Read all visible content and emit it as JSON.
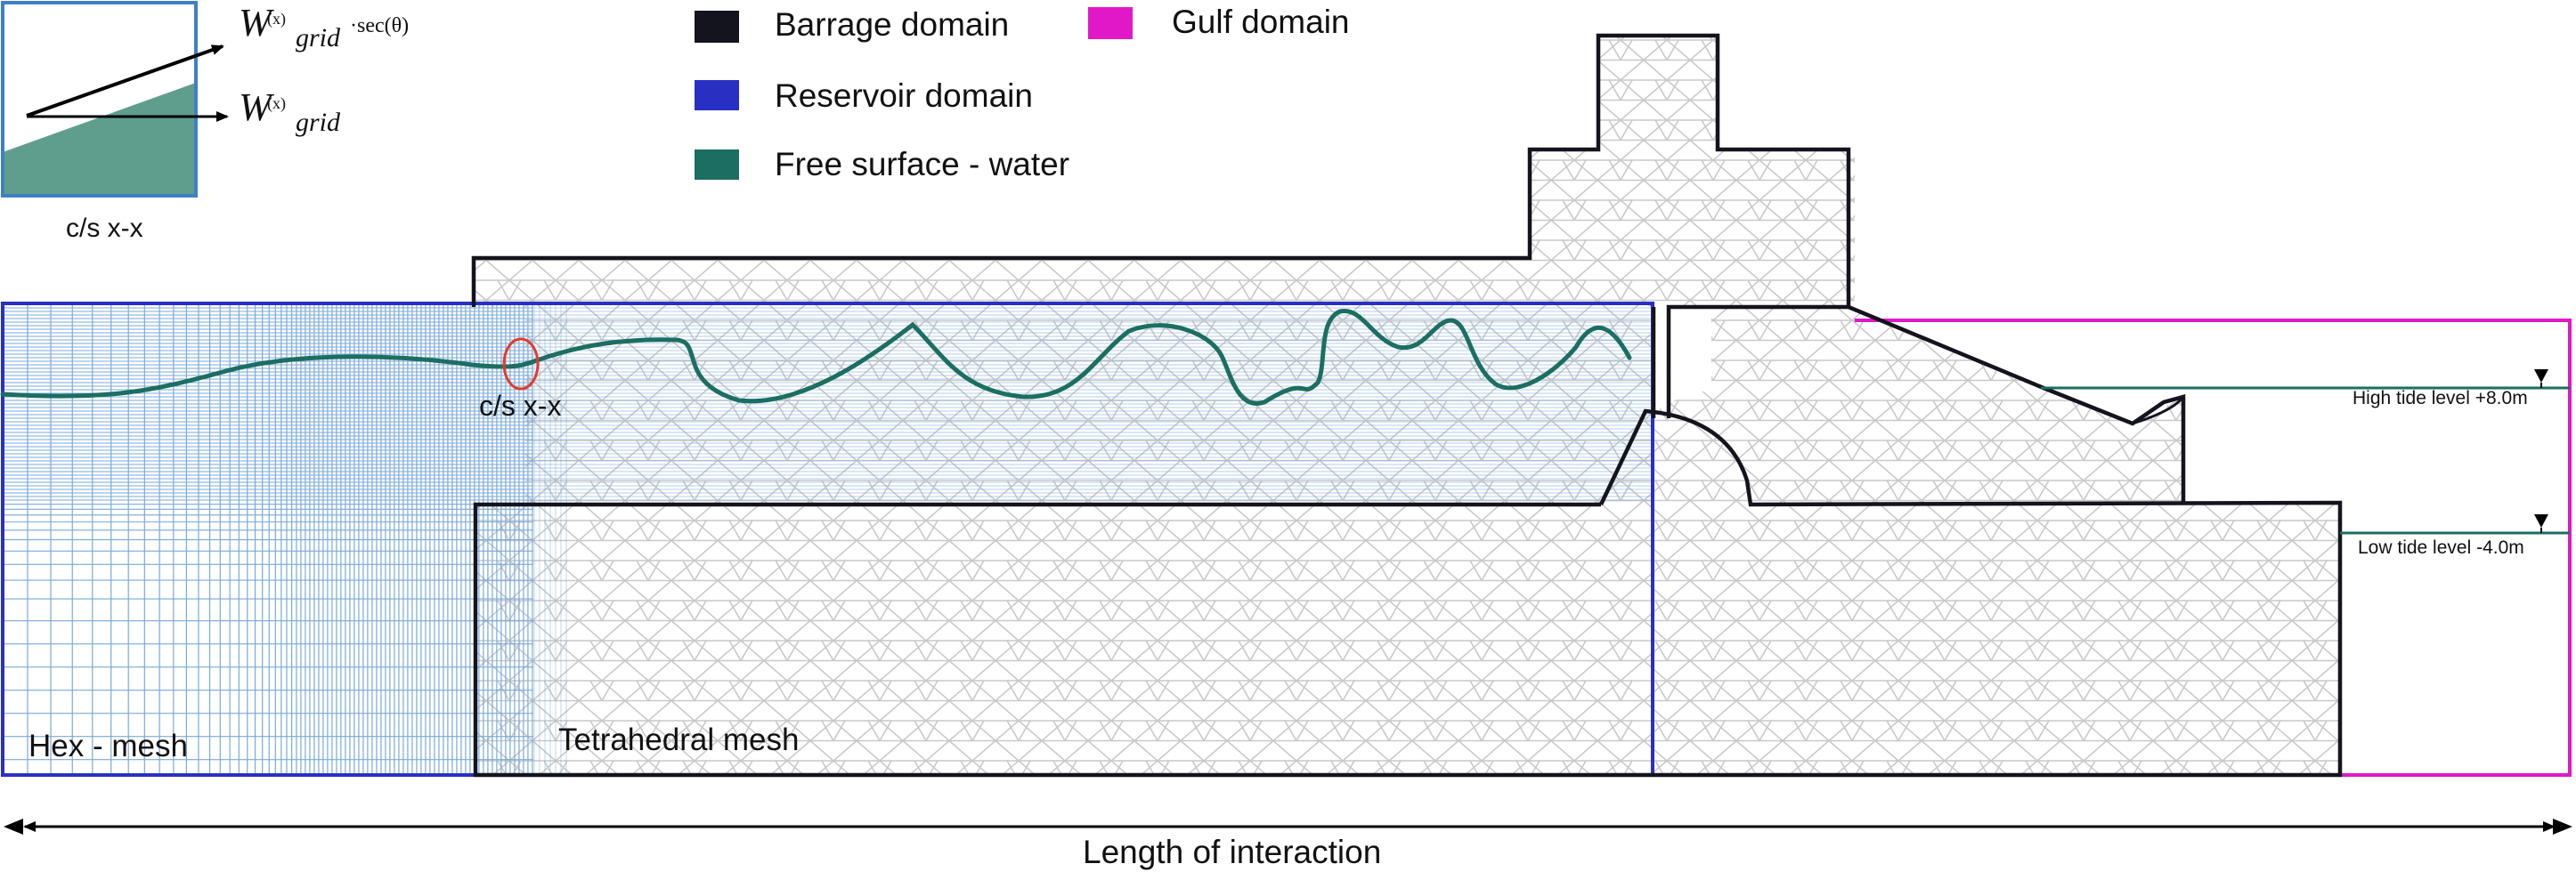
{
  "legend": {
    "items": [
      {
        "label": "Barrage domain",
        "color": "#14141f"
      },
      {
        "label": "Reservoir domain",
        "color": "#2a2fc4"
      },
      {
        "label": "Free surface - water",
        "color": "#1b6e62"
      },
      {
        "label": "Gulf domain",
        "color": "#e018c8"
      }
    ]
  },
  "inset": {
    "caption": "c/s x-x",
    "upper_arrow": {
      "symbol": "W",
      "superscript": "(x)",
      "subscript": "grid",
      "suffix": "·sec(θ)"
    },
    "lower_arrow": {
      "symbol": "W",
      "superscript": "(x)",
      "subscript": "grid"
    },
    "fill_color": "#5f9e8c"
  },
  "labels": {
    "cross_section": "c/s x-x",
    "hex_mesh": "Hex - mesh",
    "tet_mesh": "Tetrahedral mesh",
    "high_tide": "High tide level +8.0m",
    "low_tide": "Low tide level -4.0m",
    "length": "Length of interaction"
  },
  "colors": {
    "barrage": "#14141f",
    "reservoir": "#2a2fc4",
    "water": "#1b6e62",
    "gulf": "#e018c8",
    "marker": "#e43a2c",
    "mesh_grey": "#c8c8c8",
    "mesh_blue": "#7aa9d8"
  }
}
